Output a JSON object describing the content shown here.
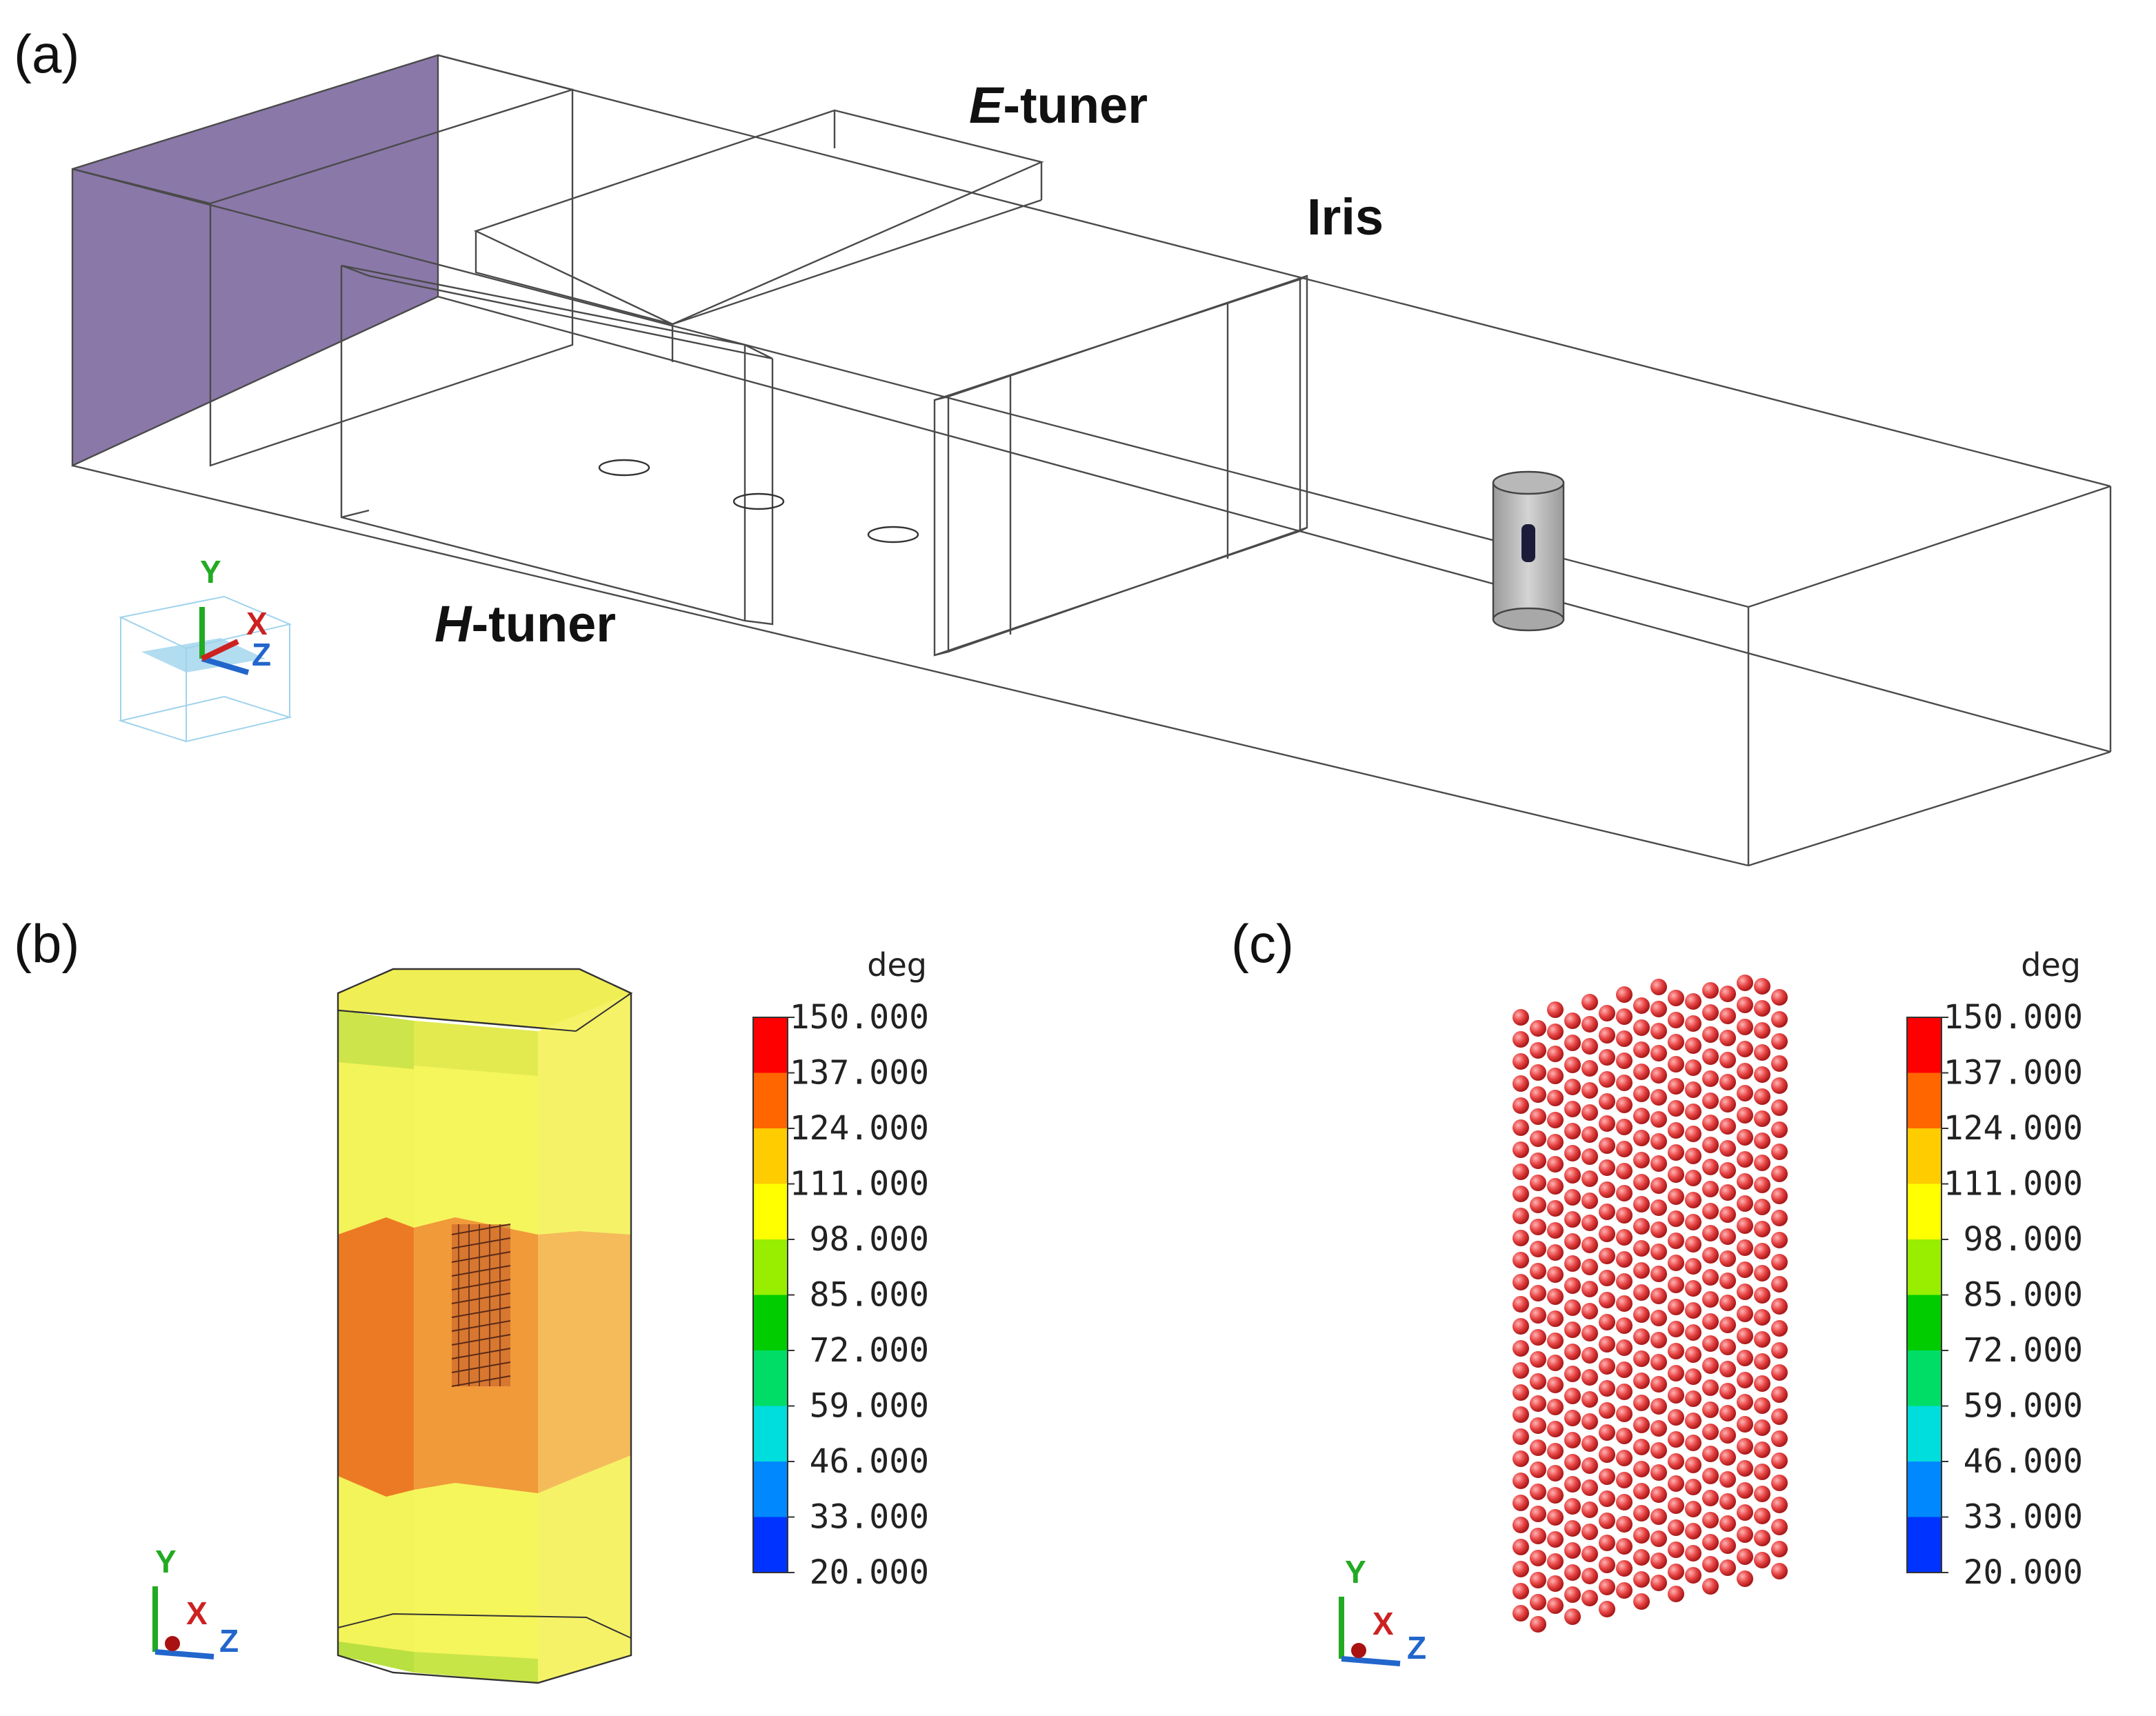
{
  "panels": {
    "a": {
      "label": "(a)",
      "callouts": {
        "e_tuner": "-tuner",
        "e_tuner_italic": "E",
        "iris": "Iris",
        "h_tuner": "-tuner",
        "h_tuner_italic": "H"
      },
      "axes": {
        "x": "X",
        "y": "Y",
        "z": "Z"
      }
    },
    "b": {
      "label": "(b)",
      "axes": {
        "x": "X",
        "y": "Y",
        "z": "Z"
      }
    },
    "c": {
      "label": "(c)",
      "axes": {
        "x": "X",
        "y": "Y",
        "z": "Z"
      }
    }
  },
  "colorbar": {
    "unit": "deg",
    "ticks": [
      "150.000",
      "137.000",
      "124.000",
      "111.000",
      "98.000",
      "85.000",
      "72.000",
      "59.000",
      "46.000",
      "33.000",
      "20.000"
    ],
    "colors": [
      "#ff0000",
      "#ff6600",
      "#ffcc00",
      "#ffff00",
      "#99ee00",
      "#00cc00",
      "#00dd66",
      "#00dddd",
      "#0088ff",
      "#0033ff"
    ]
  },
  "colors": {
    "port_face": "#8a78a8",
    "sample": "#c8c8c8",
    "sphere": "#e84444",
    "axis_x": "#cc2222",
    "axis_y": "#22aa22",
    "axis_z": "#2266cc"
  }
}
